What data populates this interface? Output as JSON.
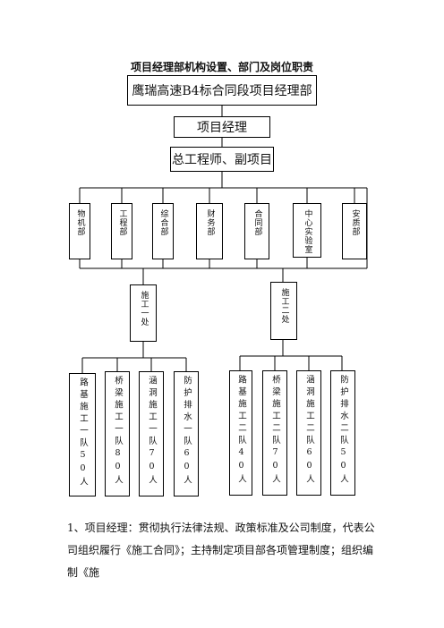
{
  "title": "项目经理部机构设置、部门及岗位职责",
  "org": {
    "top": "鹰瑞高速B4标合同段项目经理部",
    "pm": "项目经理",
    "chief": "总工程师、副项目",
    "departments": [
      "物机部",
      "工程部",
      "综合部",
      "财务部",
      "合同部",
      "中心实验室",
      "安质部"
    ],
    "divisions": [
      "施工一处",
      "施工二处"
    ],
    "teams_1": [
      "路基施工一队50人",
      "桥梁施工一队80人",
      "涵洞施工一队70人",
      "防护排水一队60人"
    ],
    "teams_2": [
      "路基施工二队40人",
      "桥梁施工二队70人",
      "涵洞施工二队60人",
      "防护排水二队50人"
    ]
  },
  "paragraph": "1、项目经理：贯彻执行法律法规、政策标准及公司制度，代表公司组织履行《施工合同》；主持制定项目部各项管理制度；组织编制《施"
}
